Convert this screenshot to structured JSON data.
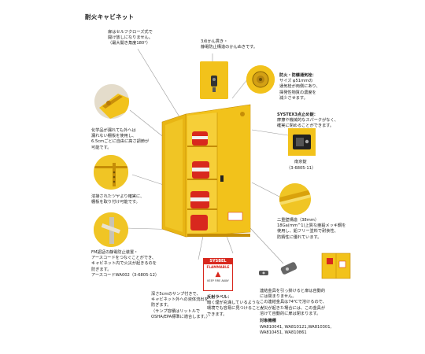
{
  "title": "耐火キャビネット",
  "callouts": {
    "self_close": "扉はセルフクローズ式で\n開け放しになりません。\n（最大開き角度180°）",
    "lock": "3点かん貫き・\n静電防止構造のかんぬきです。",
    "vent_title": "防火・防爆通気栓：",
    "vent": "サイズ φ51mmの\n通気栓が両側にあり、\n揮発性物質の濃度を\n減少させます。",
    "systex_title": "SYSTEX3点止め錠：",
    "systex": "摩擦や機械的なスパークがなく、\n確実に閉めることができます。",
    "shelf": "化学品が漏れても外へは\n漏れない棚板を使用し、\n6.5cmごとに自由に高さ調節が\n可能です。",
    "south_lock": "南京錠",
    "south_lock_code": "（3-6805-11）",
    "hinge": "溶接されたツヤより確実に、\n棚板を取り付け可能です。",
    "double_wall": "二重壁構造（38mm）",
    "double_wall_desc": "18Ga(mm^1)上質な亜鉛メッキ鋼を\n使用し、鉛フリー塗料で耐食性、\n防錆性に優れています。",
    "fm": "FM認証の静電防止装置・\nアースコードをつなぐことができ、\nキャビネット内で火災が起きるのを\n防ぎます。\nアースコードWA002（3-6805-12）",
    "sump": "深さ5cmのサンプ付きで、\nキャビネット外への液体流出を\n防ぎます。\n（サンプ容積はリットルで\nOSHA/EPA標準に適合します。）",
    "label_title": "反射ラベル：",
    "label": "暗く煙が充満しているような\n環境でも容易に見つけることが\nできます。",
    "link": "連結金具を引っ掛けると扉は自動的\nには閉まりません。\nこの連結金具は74℃で溶けるので、\n火災が起きた場合には、この金具が\n溶けて自動的に扉は閉まります。",
    "models_title": "対象機種",
    "models": "WA810041, WA810121,WA810301,\nWA810451, WA810861"
  },
  "label_sign": {
    "brand": "SYSBEL",
    "warning": "FLAMMABLE",
    "sub": "KEEP FIRE AWAY"
  },
  "colors": {
    "cabinet": "#f2c21b",
    "cabinet_dark": "#d9a20c",
    "can_red": "#d8281e",
    "line": "#888888"
  }
}
